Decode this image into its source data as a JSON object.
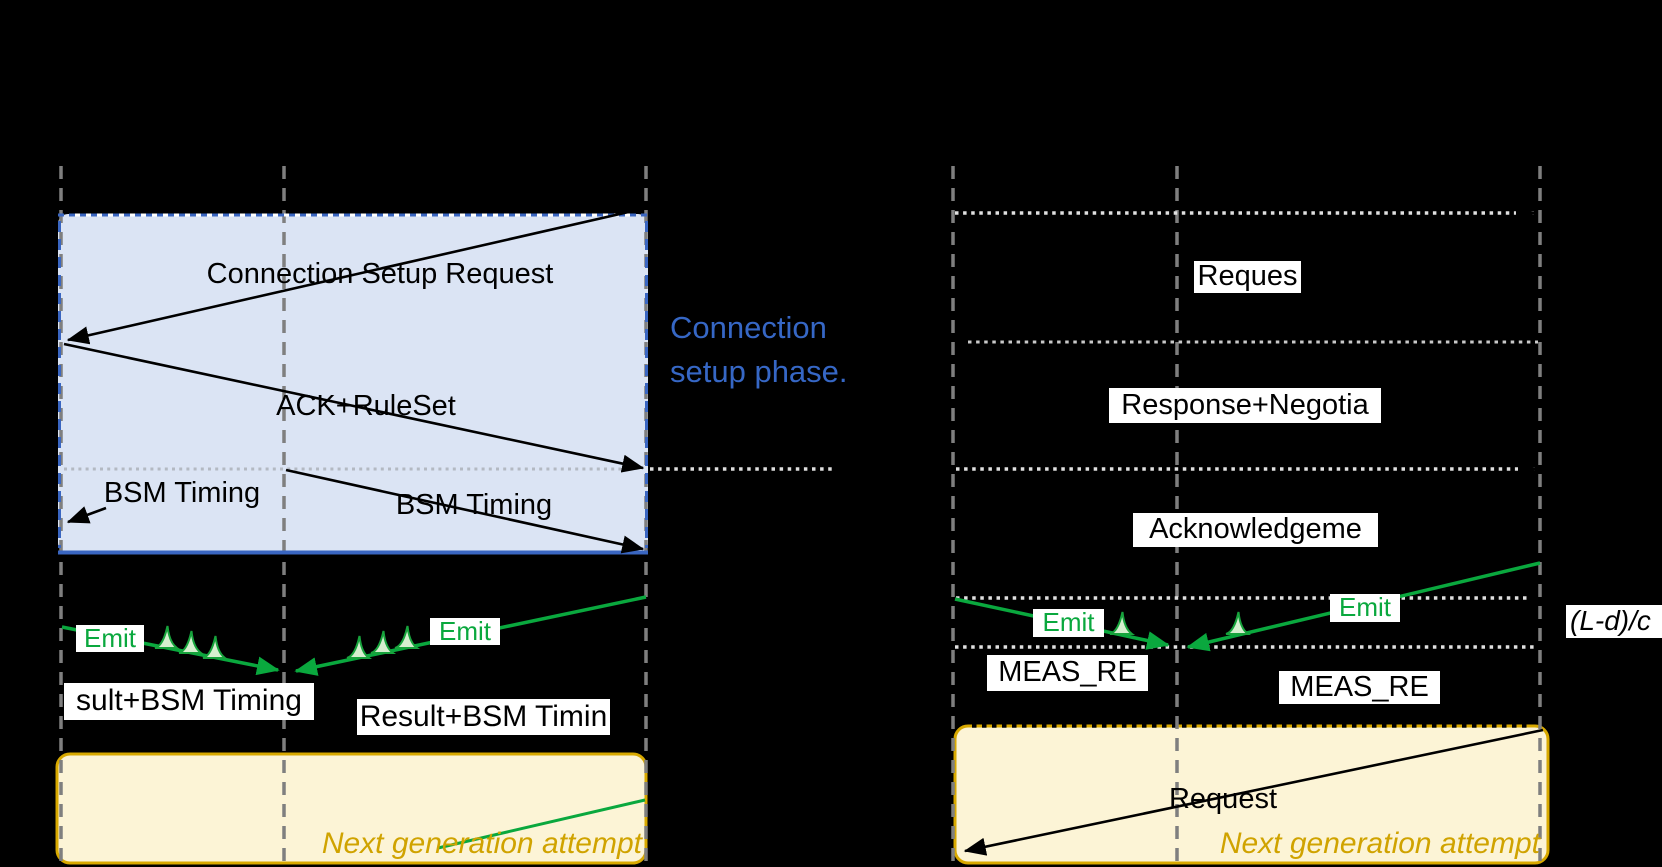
{
  "diagram": {
    "type": "protocol-timing-sequence-diagram",
    "background": "#000000",
    "left_panel": {
      "connection_phase_note": "Connection setup phase.",
      "messages": {
        "connection_setup_request": "Connection Setup Request",
        "ack_ruleset": "ACK+RuleSet",
        "bsm_timing_left": "BSM Timing",
        "bsm_timing_right": "BSM Timing",
        "result_left_clipped": "sult+BSM Timing",
        "result_right_clipped": "Result+BSM Timin"
      },
      "emit_left": "Emit",
      "emit_right": "Emit",
      "next_generation": "Next generation attempt"
    },
    "right_panel": {
      "messages": {
        "request_top_clipped": "Reques",
        "response_negotiation_clipped": "Response+Negotia",
        "acknowledgement_clipped": "Acknowledgeme",
        "meas_result_left_clipped": "MEAS_RE",
        "meas_result_right_clipped": "MEAS_RE",
        "request_retry": "Request"
      },
      "emit_left": "Emit",
      "emit_right": "Emit",
      "propagation_delay_label": "(L-d)/c",
      "next_generation": "Next generation attempt"
    },
    "colors": {
      "setup_region_fill": "#dbe4f4",
      "setup_region_border": "#3a66c1",
      "note_blue": "#3667c5",
      "attempt_region_fill": "#fcf4d6",
      "attempt_region_border": "#d8a900",
      "attempt_text_gold": "#d0a300",
      "emit_green": "#0aa83e",
      "pulse_fill": "#d6efcf",
      "lifeline_gray": "#7f7f7f",
      "dotted_line_white": "#e0e0e0"
    }
  }
}
